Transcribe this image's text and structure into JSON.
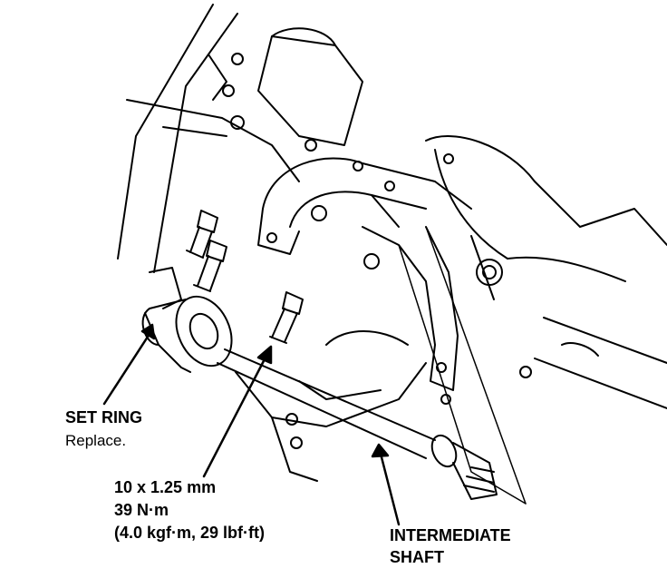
{
  "labels": {
    "set_ring": {
      "title": "SET RING",
      "note": "Replace."
    },
    "bolt": {
      "size": "10 x 1.25 mm",
      "torque": "39 N·m",
      "torque_alt": "(4.0 kgf·m, 29 lbf·ft)"
    },
    "shaft": {
      "line1": "INTERMEDIATE",
      "line2": "SHAFT"
    }
  },
  "colors": {
    "ink": "#000000",
    "paper": "#ffffff"
  }
}
